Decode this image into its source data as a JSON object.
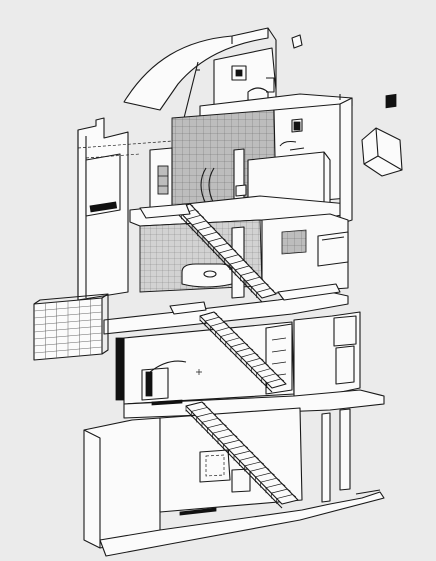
{
  "figure": {
    "kind": "exploded-axonometric-house-section",
    "colors": {
      "background": "#ebebeb",
      "line": "#1a1a1a",
      "wall_fill": "#fbfbfb",
      "shade": "#bdbdbd",
      "shade_light": "#d6d6d6",
      "solid": "#111111"
    },
    "stairs": [
      {
        "name": "upper-stair",
        "steps": 16
      },
      {
        "name": "middle-stair",
        "steps": 14
      },
      {
        "name": "lower-stair",
        "steps": 18
      }
    ]
  }
}
